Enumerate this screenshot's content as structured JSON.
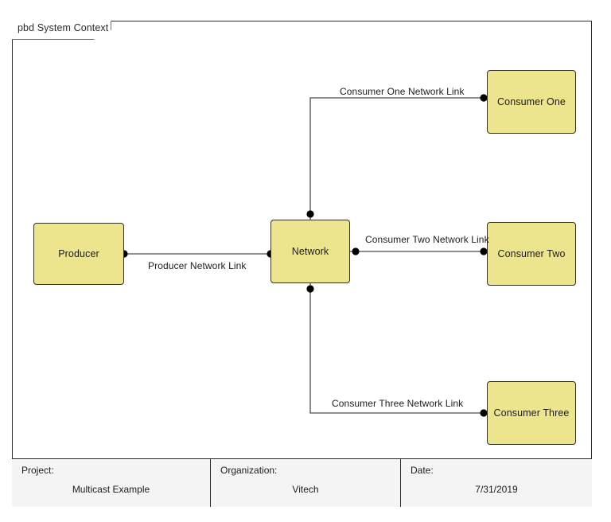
{
  "diagram": {
    "title": "pbd System Context",
    "nodes": [
      {
        "id": "producer",
        "label": "Producer"
      },
      {
        "id": "network",
        "label": "Network"
      },
      {
        "id": "consumer-one",
        "label": "Consumer One"
      },
      {
        "id": "consumer-two",
        "label": "Consumer Two"
      },
      {
        "id": "consumer-three",
        "label": "Consumer Three"
      }
    ],
    "links": [
      {
        "id": "producer-link",
        "label": "Producer Network Link",
        "from": "producer",
        "to": "network"
      },
      {
        "id": "consumer-one-link",
        "label": "Consumer One Network Link",
        "from": "network",
        "to": "consumer-one"
      },
      {
        "id": "consumer-two-link",
        "label": "Consumer Two Network Link",
        "from": "network",
        "to": "consumer-two"
      },
      {
        "id": "consumer-three-link",
        "label": "Consumer Three Network Link",
        "from": "network",
        "to": "consumer-three"
      }
    ],
    "colors": {
      "node_fill": "#ece58e",
      "node_border": "#33302a",
      "frame_border": "#2b2b2b",
      "link_line": "#4a4a4a",
      "connector_dot": "#000000",
      "footer_fill": "#f4f4f4"
    }
  },
  "footer": {
    "project": {
      "label": "Project:",
      "value": "Multicast Example"
    },
    "organization": {
      "label": "Organization:",
      "value": "Vitech"
    },
    "date": {
      "label": "Date:",
      "value": "7/31/2019"
    }
  }
}
